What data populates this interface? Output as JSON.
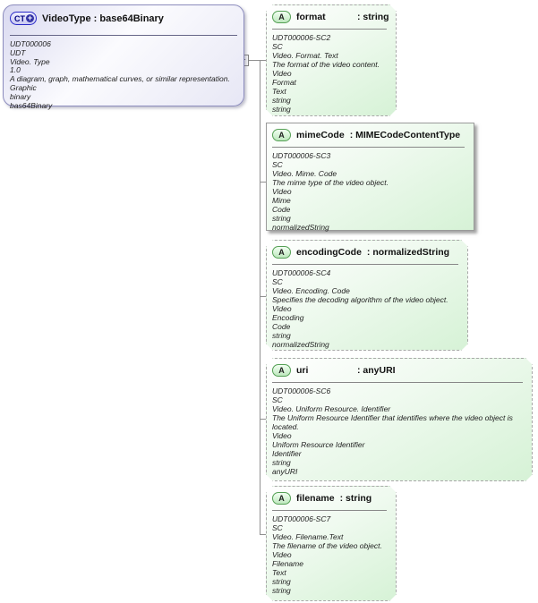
{
  "diagram": {
    "root": {
      "badge": "CT",
      "plus_icon": "+",
      "title": "VideoType : base64Binary",
      "lines": [
        "UDT000006",
        "UDT",
        "Video. Type",
        "1.0",
        "A diagram, graph, mathematical curves, or similar representation.",
        "Graphic",
        "binary",
        "bas64Binary"
      ]
    },
    "expander": {
      "icon": "−"
    },
    "attributes": [
      {
        "badge": "A",
        "name": "format",
        "type_label": ": string",
        "lines": [
          "UDT000006-SC2",
          "SC",
          "Video. Format. Text",
          "The format of the video content.",
          "Video",
          "Format",
          "Text",
          "string",
          "string"
        ]
      },
      {
        "badge": "A",
        "name": "mimeCode",
        "type_label": ": MIMECodeContentType",
        "lines": [
          "UDT000006-SC3",
          "SC",
          "Video. Mime. Code",
          "The mime type of the video object.",
          "Video",
          "Mime",
          "Code",
          "string",
          "normalizedString"
        ]
      },
      {
        "badge": "A",
        "name": "encodingCode",
        "type_label": ": normalizedString",
        "lines": [
          "UDT000006-SC4",
          "SC",
          "Video. Encoding. Code",
          "Specifies the decoding algorithm of the video object.",
          "Video",
          "Encoding",
          "Code",
          "string",
          "normalizedString"
        ]
      },
      {
        "badge": "A",
        "name": "uri",
        "type_label": ": anyURI",
        "lines": [
          "UDT000006-SC6",
          "SC",
          "Video. Uniform Resource. Identifier",
          "The Uniform Resource Identifier that identifies where the video object is located.",
          "Video",
          "Uniform Resource Identifier",
          "Identifier",
          "string",
          "anyURI"
        ]
      },
      {
        "badge": "A",
        "name": "filename",
        "type_label": ": string",
        "lines": [
          "UDT000006-SC7",
          "SC",
          "Video. Filename.Text",
          "The filename of the video object.",
          "Video",
          "Filename",
          "Text",
          "string",
          "string"
        ]
      }
    ],
    "colors": {
      "root_border": "#8d8dbe",
      "root_fill_top": "#d9d9f0",
      "ct_badge_border": "#2929c8",
      "ct_badge_fill": "#c9c9f2",
      "ct_plus_fill": "#3434a6",
      "a_badge_border": "#55a055",
      "a_badge_fill": "#bde7bd",
      "attr_fill_bottom": "#d6f2d6",
      "dashed_border": "#a8a8a8",
      "solid_border": "#9a9a9a",
      "connector": "#909090"
    }
  }
}
